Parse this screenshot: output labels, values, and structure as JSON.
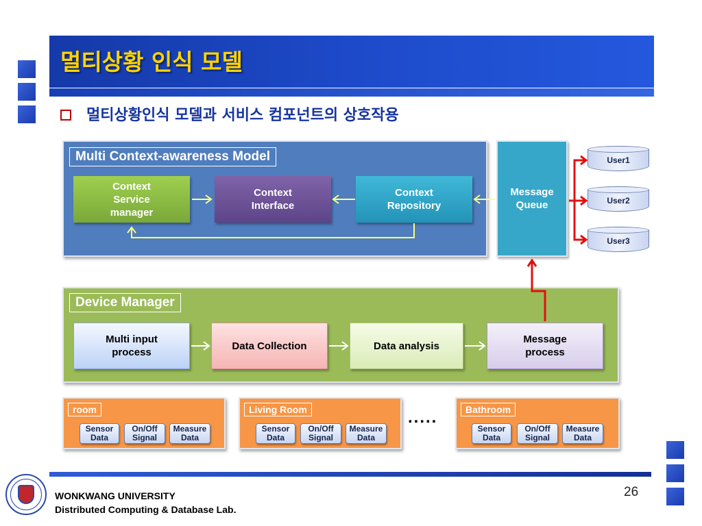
{
  "slide": {
    "title": "멀티상황 인식 모델",
    "subtitle": "멀티상황인식 모델과 서비스 컴포넌트의 상호작용",
    "page_number": "26"
  },
  "model": {
    "label": "Multi Context-awareness Model",
    "context_service_manager": "Context\nService\nmanager",
    "context_interface": "Context\nInterface",
    "context_repository": "Context\nRepository"
  },
  "message_queue": "Message\nQueue",
  "users": [
    "User1",
    "User2",
    "User3"
  ],
  "device_manager": {
    "label": "Device Manager",
    "multi_input": "Multi input\nprocess",
    "data_collection": "Data Collection",
    "data_analysis": "Data analysis",
    "message_process": "Message\nprocess"
  },
  "rooms": [
    {
      "label": "room",
      "items": [
        "Sensor\nData",
        "On/Off\nSignal",
        "Measure\nData"
      ]
    },
    {
      "label": "Living Room",
      "items": [
        "Sensor\nData",
        "On/Off\nSignal",
        "Measure\nData"
      ]
    },
    {
      "label": "Bathroom",
      "items": [
        "Sensor\nData",
        "On/Off\nSignal",
        "Measure\nData"
      ]
    }
  ],
  "ellipsis": ".....",
  "footer": {
    "university": "WONKWANG UNIVERSITY",
    "lab": "Distributed Computing & Database Lab."
  },
  "colors": {
    "title_bar": "#1d4ac9",
    "title_text": "#ffd400",
    "model_panel": "#4f7dbd",
    "queue": "#36a7c9",
    "device_panel": "#9bbb59",
    "room_panel": "#f79646",
    "red_arrow": "#e01010",
    "yellow_arrow": "#ffff80"
  },
  "icons": {
    "logo": "university-seal-icon",
    "bullet": "square-bullet-icon"
  }
}
